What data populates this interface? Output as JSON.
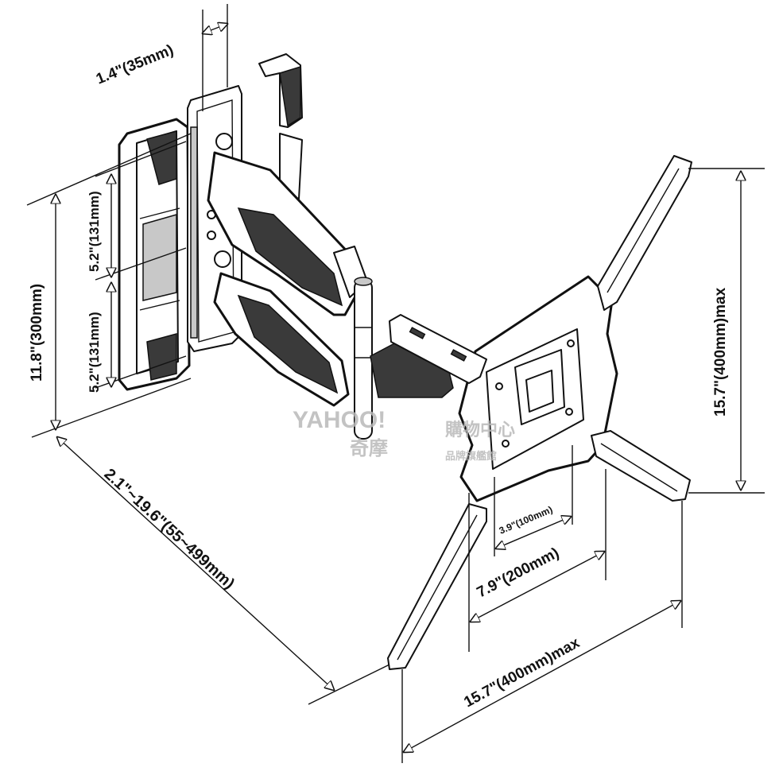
{
  "diagram": {
    "dimensions": {
      "depth_top": "1.4\"(35mm)",
      "height_total": "11.8\"(300mm)",
      "spacing_upper": "5.2\"(131mm)",
      "spacing_lower": "5.2\"(131mm)",
      "extension": "2.1\"~19.6\"(55~499mm)",
      "vesa_height": "15.7\"(400mm)max",
      "vesa_small": "3.9\"(100mm)",
      "vesa_mid": "7.9\"(200mm)",
      "vesa_width": "15.7\"(400mm)max"
    },
    "watermark": {
      "brand": "YAHOO!",
      "sub1": "奇摩",
      "sub2": "購物中心",
      "sub3": "品牌旗艦館"
    }
  }
}
